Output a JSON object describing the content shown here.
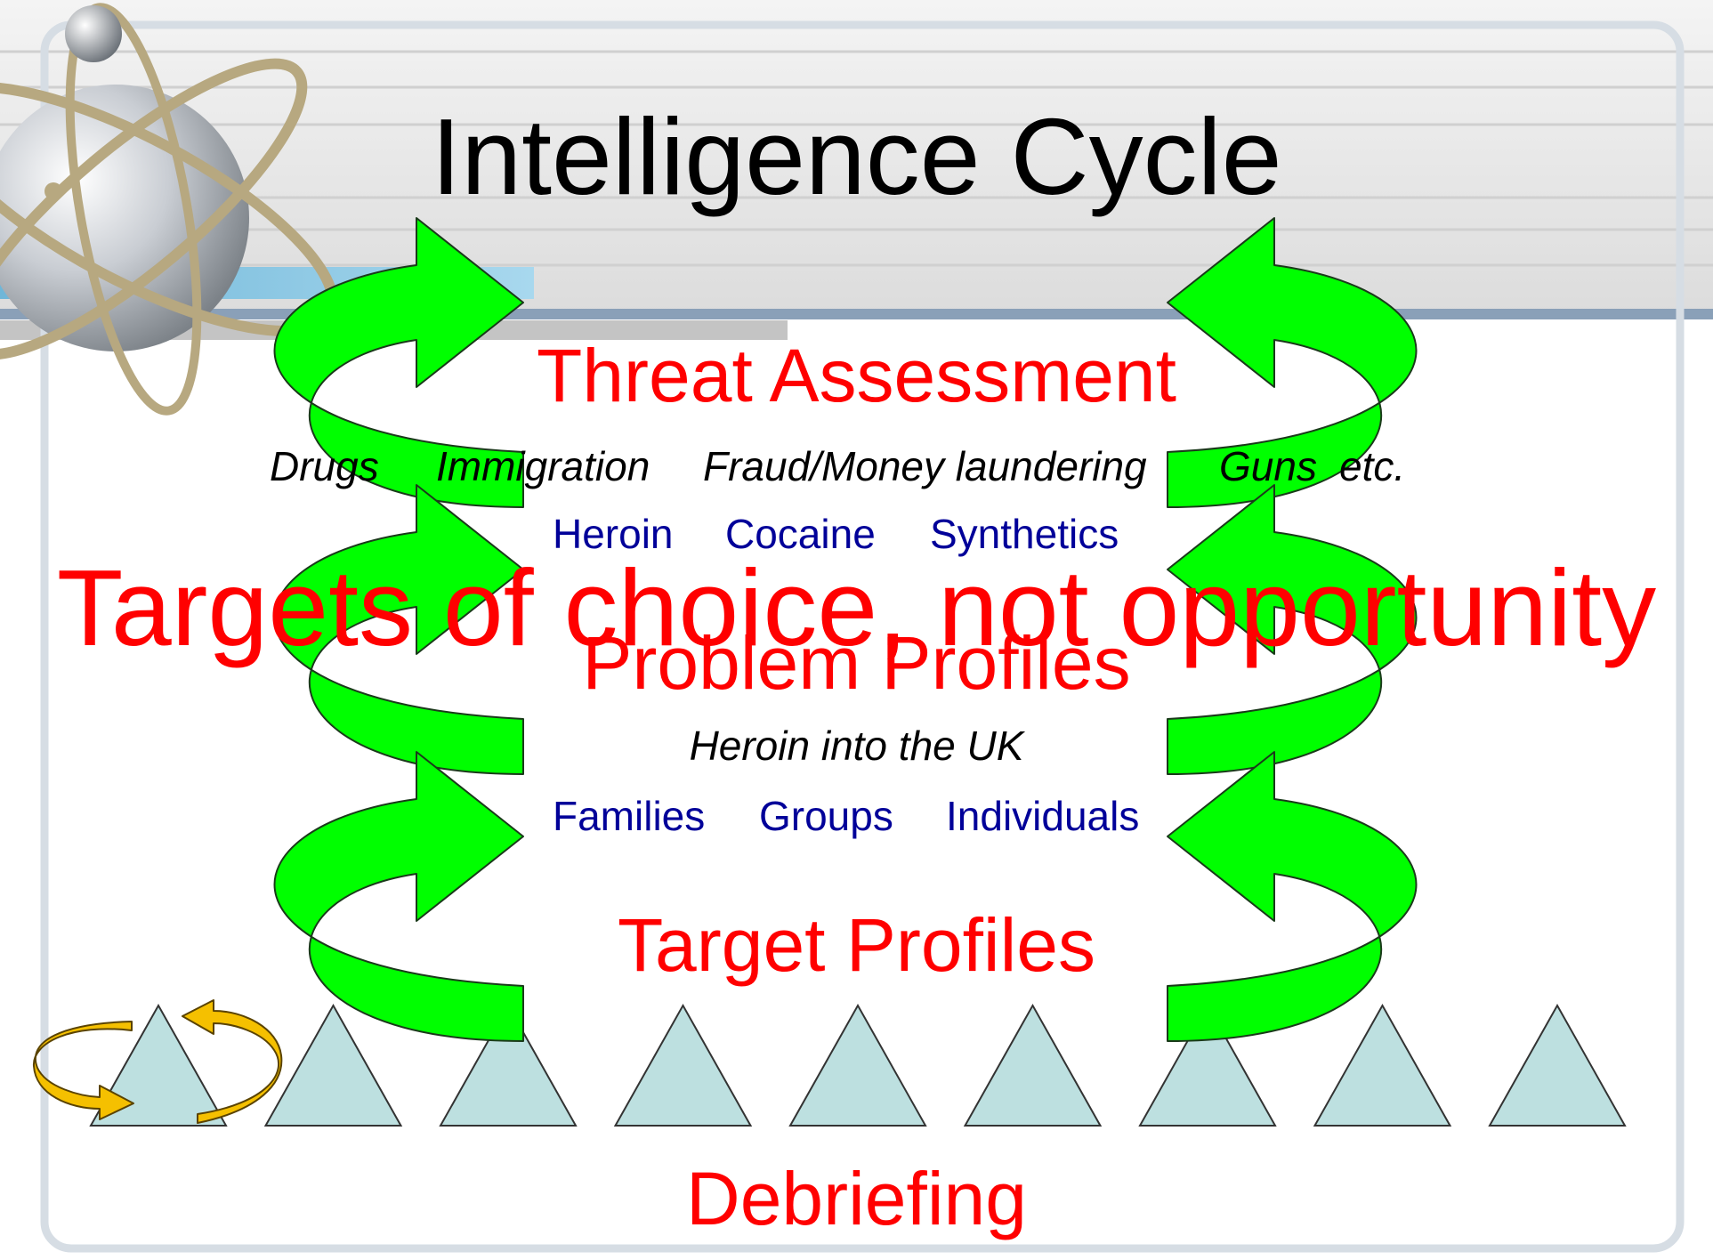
{
  "title": "Intelligence Cycle",
  "stages": {
    "threat_assessment": "Threat Assessment",
    "problem_profiles": "Problem Profiles",
    "target_profiles": "Target Profiles",
    "debriefing": "Debriefing"
  },
  "threat_categories": [
    "Drugs",
    "Immigration",
    "Fraud/Money laundering",
    "Guns",
    "etc."
  ],
  "drug_types": [
    "Heroin",
    "Cocaine",
    "Synthetics"
  ],
  "problem_example": "Heroin into the UK",
  "target_types": [
    "Families",
    "Groups",
    "Individuals"
  ],
  "slogan": "Targets of choice, not opportunity",
  "colors": {
    "stage_text": "#ff0000",
    "sub_text": "#000099",
    "arrow_fill": "#00ff00",
    "small_arrow_fill": "#f5c000",
    "triangle_fill": "#bde0e0",
    "header_band": "#8aa0b8"
  },
  "icons": [
    "atom-logo-icon",
    "cycle-arrow-icon",
    "triangle-icon"
  ],
  "triangle_count": 9
}
